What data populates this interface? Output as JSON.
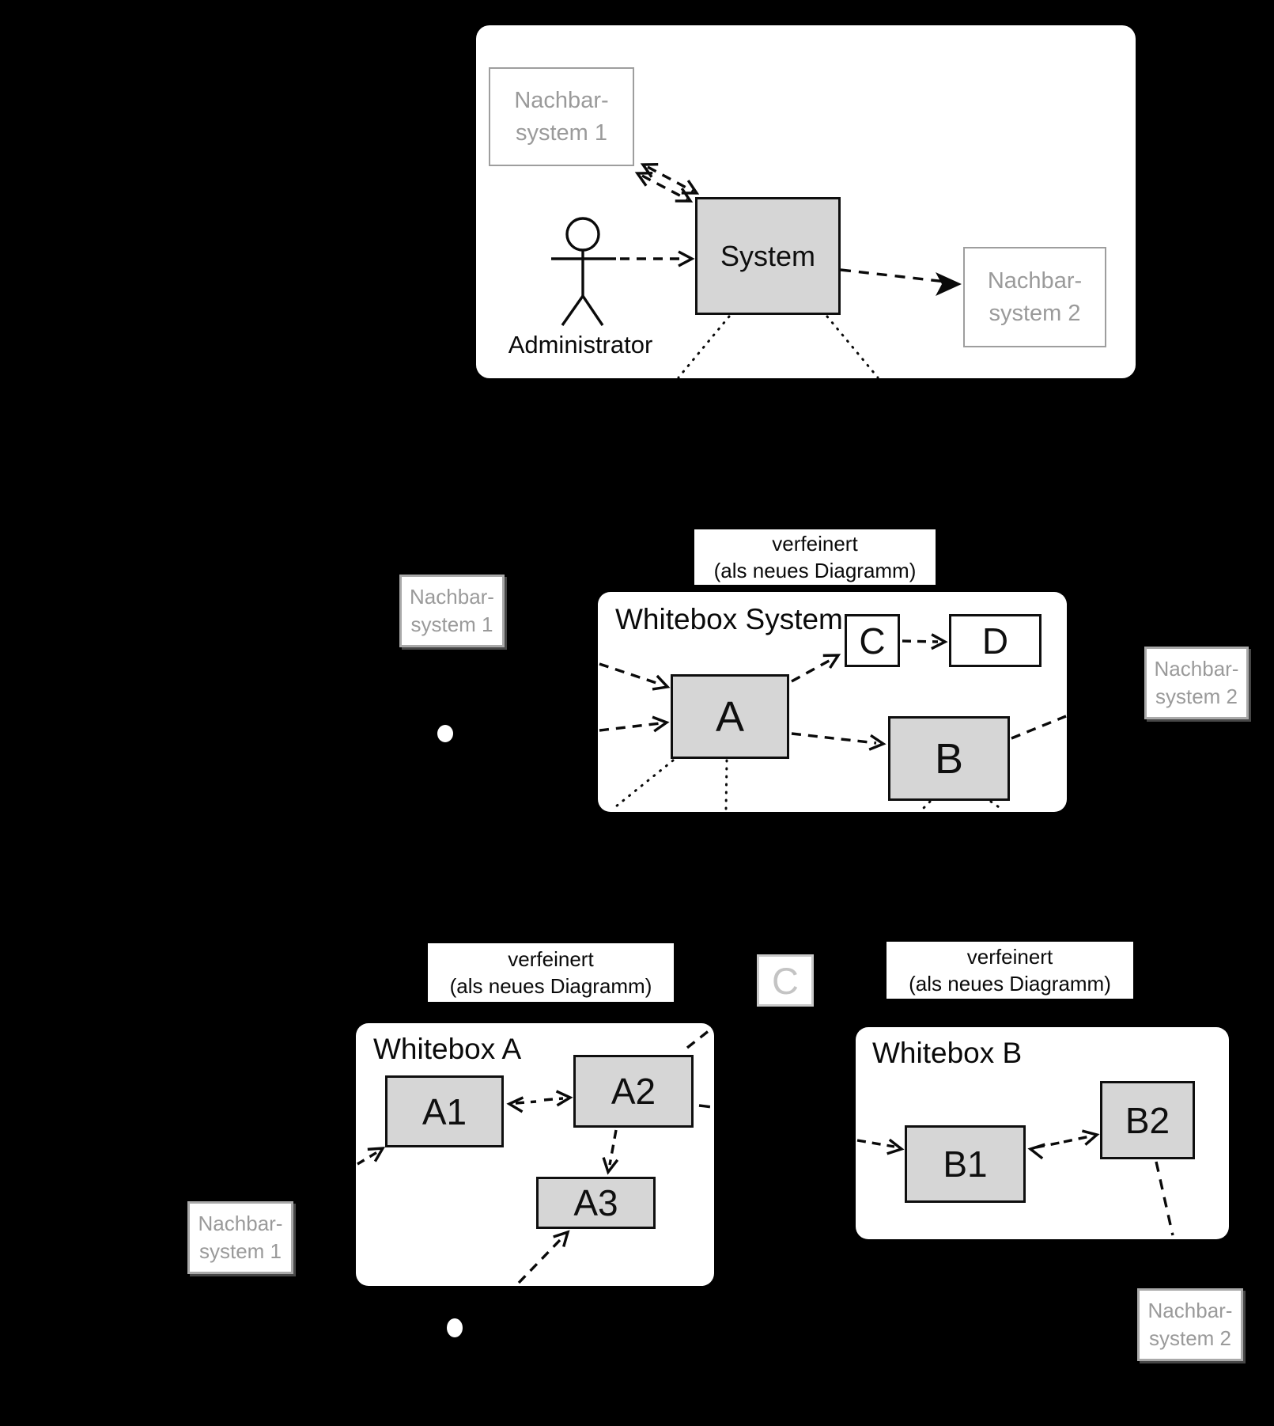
{
  "colors": {
    "background": "#000000",
    "panel_fill": "#ffffff",
    "component_fill": "#d6d6d6",
    "component_border": "#0f0f0f",
    "neighbor_border": "#9e9e9e",
    "neighbor_text": "#9a9a9a",
    "link_border": "#c9c9c9",
    "link_text": "#c4c4c4",
    "line_color": "#0a0a0a"
  },
  "refine_label": {
    "line1": "verfeinert",
    "line2": "(als neues Diagramm)"
  },
  "level1": {
    "neighbor1": {
      "line1": "Nachbar-",
      "line2": "system 1"
    },
    "neighbor2": {
      "line1": "Nachbar-",
      "line2": "system 2"
    },
    "actor_label": "Administrator",
    "system_label": "System"
  },
  "level2": {
    "title": "Whitebox System",
    "component_a": "A",
    "component_b": "B",
    "component_c": "C",
    "component_d": "D",
    "neighbor1": {
      "line1": "Nachbar-",
      "line2": "system 1"
    },
    "neighbor2": {
      "line1": "Nachbar-",
      "line2": "system 2"
    }
  },
  "link_box_label": "C",
  "level3_a": {
    "title": "Whitebox A",
    "component_a1": "A1",
    "component_a2": "A2",
    "component_a3": "A3",
    "neighbor1": {
      "line1": "Nachbar-",
      "line2": "system 1"
    }
  },
  "level3_b": {
    "title": "Whitebox B",
    "component_b1": "B1",
    "component_b2": "B2",
    "neighbor2": {
      "line1": "Nachbar-",
      "line2": "system 2"
    }
  }
}
